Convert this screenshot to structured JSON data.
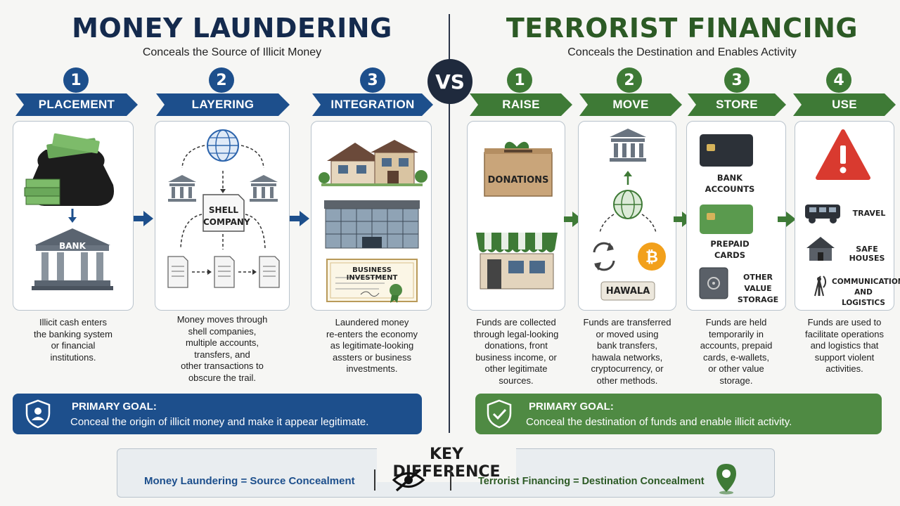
{
  "left": {
    "title": "MONEY LAUNDERING",
    "subtitle": "Conceals the Source of Illicit Money",
    "steps": [
      {
        "num": "1",
        "label": "PLACEMENT",
        "desc": [
          "Illicit cash enters",
          "the banking system",
          "or financial",
          "institutions."
        ],
        "bank_label": "BANK"
      },
      {
        "num": "2",
        "label": "LAYERING",
        "desc": [
          "Money moves through",
          "shell companies,",
          "multiple accounts,",
          "transfers, and",
          "other transactions to",
          "obscure the trail."
        ],
        "shell_label_1": "SHELL",
        "shell_label_2": "COMPANY"
      },
      {
        "num": "3",
        "label": "INTEGRATION",
        "desc": [
          "Laundered money",
          "re-enters the economy",
          "as legitimate-looking",
          "assters or business",
          "investments."
        ],
        "cert_label": "BUSINESS INVESTMENT"
      }
    ],
    "goal_title": "PRIMARY GOAL:",
    "goal_text": "Conceal the origin of illicit money and make it appear legitimate."
  },
  "vs": "VS",
  "right": {
    "title": "TERRORIST FINANCING",
    "subtitle": "Conceals the Destination and Enables Activity",
    "steps": [
      {
        "num": "1",
        "label": "RAISE",
        "desc": [
          "Funds are collected",
          "through legal-looking",
          "donations, front",
          "business income, or",
          "other legitimate",
          "sources."
        ],
        "box_label": "DONATIONS"
      },
      {
        "num": "2",
        "label": "MOVE",
        "desc": [
          "Funds are transferred",
          "or moved using",
          "bank transfers,",
          "hawala networks,",
          "cryptocurrency, or",
          "other methods."
        ],
        "hawala_label": "HAWALA"
      },
      {
        "num": "3",
        "label": "STORE",
        "desc": [
          "Funds are held",
          "temporarily in",
          "accounts, prepaid",
          "cards, e-wallets,",
          "or other value",
          "storage."
        ],
        "items": [
          [
            "BANK",
            "ACCOUNTS"
          ],
          [
            "PREPAID",
            "CARDS"
          ],
          [
            "OTHER VALUE",
            "STORAGE"
          ]
        ]
      },
      {
        "num": "4",
        "label": "USE",
        "desc": [
          "Funds are used to",
          "facilitate operations",
          "and logistics that",
          "support violent",
          "activities."
        ],
        "items": [
          [
            "TRAVEL"
          ],
          [
            "SAFE HOUSES"
          ],
          [
            "COMMUNICATION",
            "AND LOGISTICS"
          ]
        ]
      }
    ],
    "goal_title": "PRIMARY GOAL:",
    "goal_text": "Conceal the destination of funds and enable illicit activity."
  },
  "key": {
    "title": "KEY DIFFERENCE",
    "left_text": "Money Laundering = Source Concealment",
    "right_text": "Terrorist Financing = Destination Concealment"
  },
  "colors": {
    "ml_blue": "#1d4f8c",
    "tf_green": "#3e7a36",
    "vs_dark": "#1f2a3d",
    "alert_red": "#d93a2f",
    "bitcoin_orange": "#f2a01b"
  }
}
